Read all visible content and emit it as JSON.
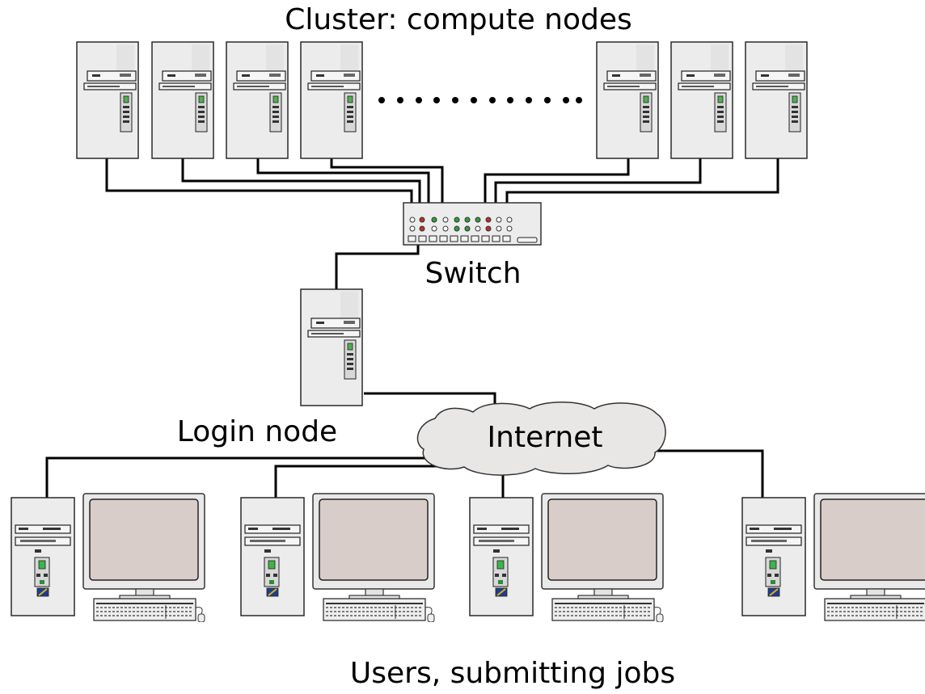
{
  "labels": {
    "cluster": "Cluster: compute nodes",
    "switch": "Switch",
    "login_node": "Login node",
    "internet": "Internet",
    "users": "Users, submitting jobs"
  },
  "colors": {
    "line": "#000000",
    "case": "#ececec",
    "screen": "#d9cdca",
    "cloud": "#e9e6e6",
    "led_green": "#2e9e3a",
    "led_red": "#b8322a"
  },
  "icons": {
    "compute_node": "tower-computer-icon",
    "switch": "network-switch-icon",
    "login_node": "tower-computer-icon",
    "internet": "cloud-icon",
    "user_workstation": "desktop-computer-icon"
  }
}
